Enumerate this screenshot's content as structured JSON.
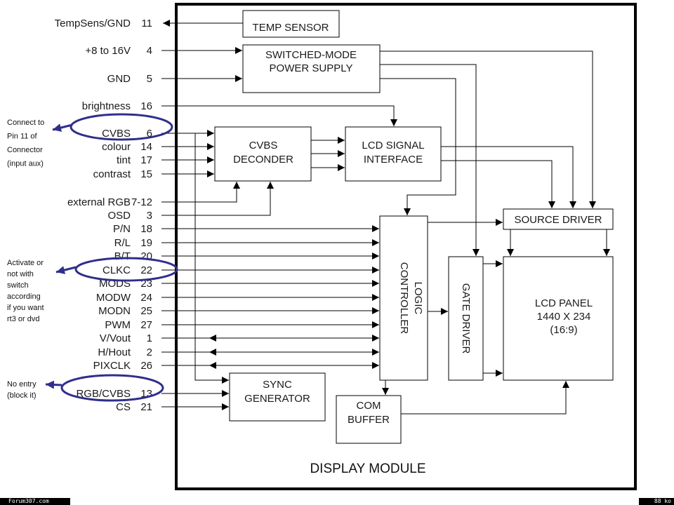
{
  "diagram": {
    "title": "DISPLAY MODULE",
    "pins": [
      {
        "name": "TempSens/GND",
        "number": "11"
      },
      {
        "name": "+8 to 16V",
        "number": "4"
      },
      {
        "name": "GND",
        "number": "5"
      },
      {
        "name": "brightness",
        "number": "16"
      },
      {
        "name": "CVBS",
        "number": "6"
      },
      {
        "name": "colour",
        "number": "14"
      },
      {
        "name": "tint",
        "number": "17"
      },
      {
        "name": "contrast",
        "number": "15"
      },
      {
        "name": "external RGB",
        "number": "7-12"
      },
      {
        "name": "OSD",
        "number": "3"
      },
      {
        "name": "P/N",
        "number": "18"
      },
      {
        "name": "R/L",
        "number": "19"
      },
      {
        "name": "B/T",
        "number": "20"
      },
      {
        "name": "CLKC",
        "number": "22"
      },
      {
        "name": "MODS",
        "number": "23"
      },
      {
        "name": "MODW",
        "number": "24"
      },
      {
        "name": "MODN",
        "number": "25"
      },
      {
        "name": "PWM",
        "number": "27"
      },
      {
        "name": "V/Vout",
        "number": "1"
      },
      {
        "name": "H/Hout",
        "number": "2"
      },
      {
        "name": "PIXCLK",
        "number": "26"
      },
      {
        "name": "RGB/CVBS",
        "number": "13"
      },
      {
        "name": "CS",
        "number": "21"
      }
    ],
    "blocks": {
      "temp_sensor": [
        "TEMP SENSOR"
      ],
      "power_supply": [
        "SWITCHED-MODE",
        "POWER SUPPLY"
      ],
      "cvbs_decoder": [
        "CVBS",
        "DECONDER"
      ],
      "lcd_signal_interface": [
        "LCD SIGNAL",
        "INTERFACE"
      ],
      "source_driver": [
        "SOURCE DRIVER"
      ],
      "logic_controller": [
        "LOGIC",
        "CONTROLLER"
      ],
      "gate_driver": [
        "GATE DRIVER"
      ],
      "lcd_panel": [
        "LCD PANEL",
        "1440 X 234",
        "(16:9)"
      ],
      "sync_generator": [
        "SYNC",
        "GENERATOR"
      ],
      "com_buffer": [
        "COM",
        "BUFFER"
      ]
    },
    "annotations": [
      {
        "target": "CVBS",
        "lines": [
          "Connect to",
          "Pin 11 of",
          "Connector",
          "(input aux)"
        ]
      },
      {
        "target": "CLKC",
        "lines": [
          "Activate or",
          "not with",
          "switch",
          "according",
          "if you want",
          "rt3 or dvd"
        ]
      },
      {
        "target": "RGB/CVBS",
        "lines": [
          "No entry",
          "(block it)"
        ]
      }
    ],
    "annotation_color": "#2e2f8c"
  },
  "footer": {
    "left": "Forum307.com",
    "right": "88 ko"
  }
}
